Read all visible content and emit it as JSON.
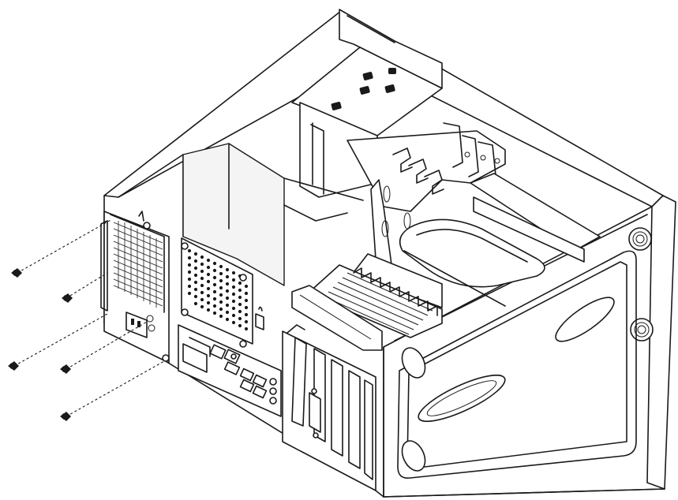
{
  "figure": {
    "screws": [
      {
        "id": 1
      },
      {
        "id": 2
      },
      {
        "id": 3
      },
      {
        "id": 4
      },
      {
        "id": 5
      }
    ]
  }
}
